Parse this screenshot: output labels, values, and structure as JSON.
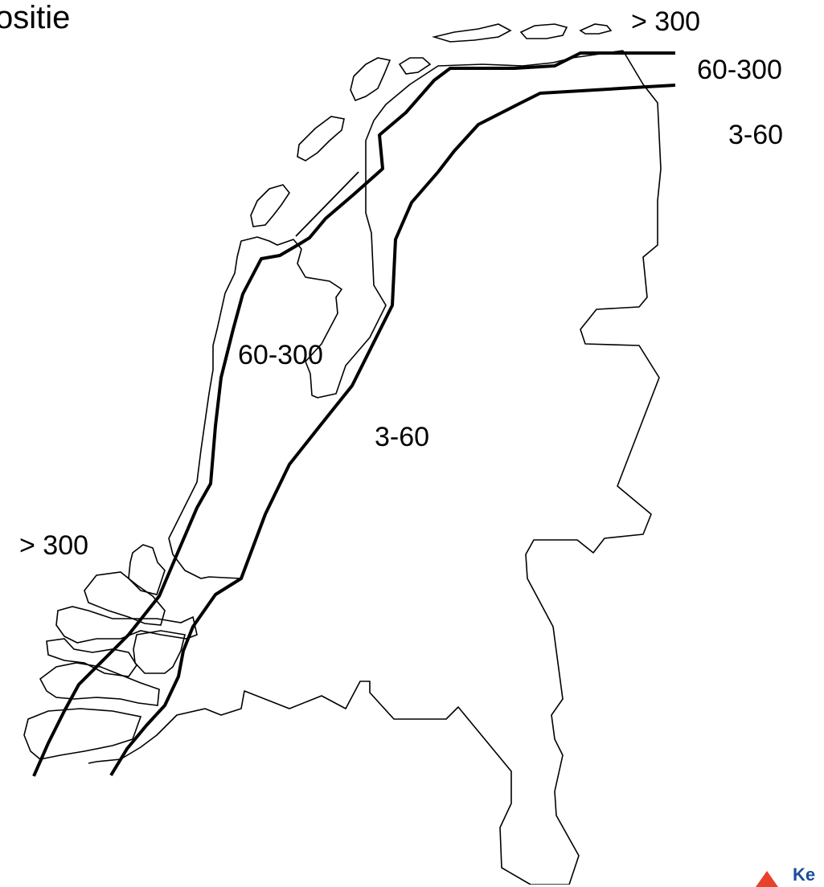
{
  "title": "ositie",
  "legend": {
    "top_over_300": "> 300",
    "top_60_300": "60-300",
    "top_3_60": "3-60"
  },
  "zones": {
    "middle_60_300": "60-300",
    "middle_3_60": "3-60",
    "southwest_over_300": "> 300"
  },
  "logo": {
    "text": "Ke",
    "brand_color": "#1a4d9c",
    "mark_color": "#e8412c"
  },
  "colors": {
    "outline": "#000000",
    "zone_boundary": "#000000",
    "background": "#ffffff"
  }
}
